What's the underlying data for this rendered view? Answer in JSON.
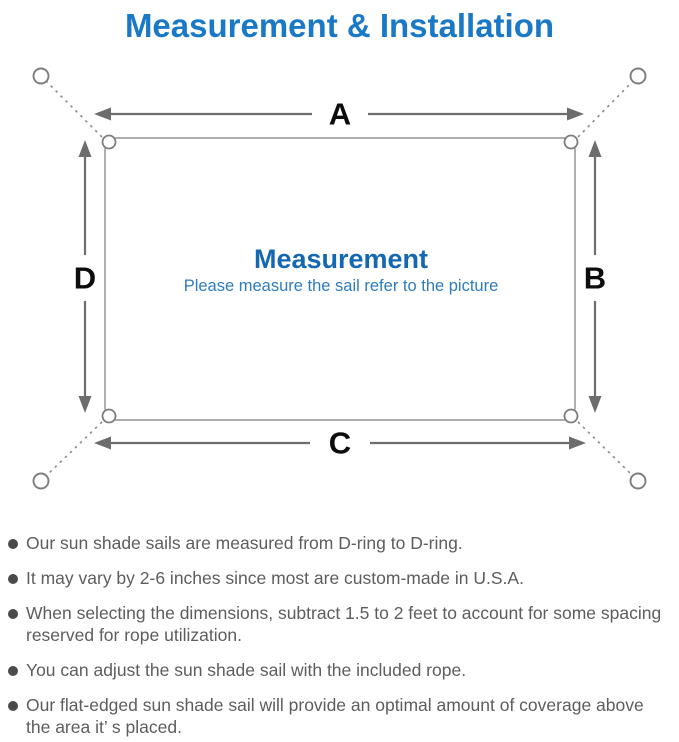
{
  "title": "Measurement & Installation",
  "diagram": {
    "label_top": "A",
    "label_right": "B",
    "label_bottom": "C",
    "label_left": "D",
    "center_heading": "Measurement",
    "center_subtitle": "Please measure the sail refer to the picture"
  },
  "notes": [
    "Our sun shade sails are measured from D-ring to D-ring.",
    "It may vary by 2-6 inches since most are custom-made in U.S.A.",
    "When selecting the dimensions, subtract 1.5 to 2 feet to account for some spacing\nreserved for rope utilization.",
    "You can adjust the sun shade sail with the included rope.",
    "Our flat-edged sun shade sail will provide an optimal amount of coverage above\nthe area it’ s placed."
  ],
  "colors": {
    "title_blue": "#1a79c6",
    "heading_blue": "#1467b1",
    "subtitle_blue": "#2e7cc0",
    "note_gray": "#5c5d5f",
    "line_gray": "#9b9b9b",
    "rope_gray": "#8a8a8a",
    "arrow_gray": "#6d6d6d",
    "label_black": "#0d0d0d"
  }
}
